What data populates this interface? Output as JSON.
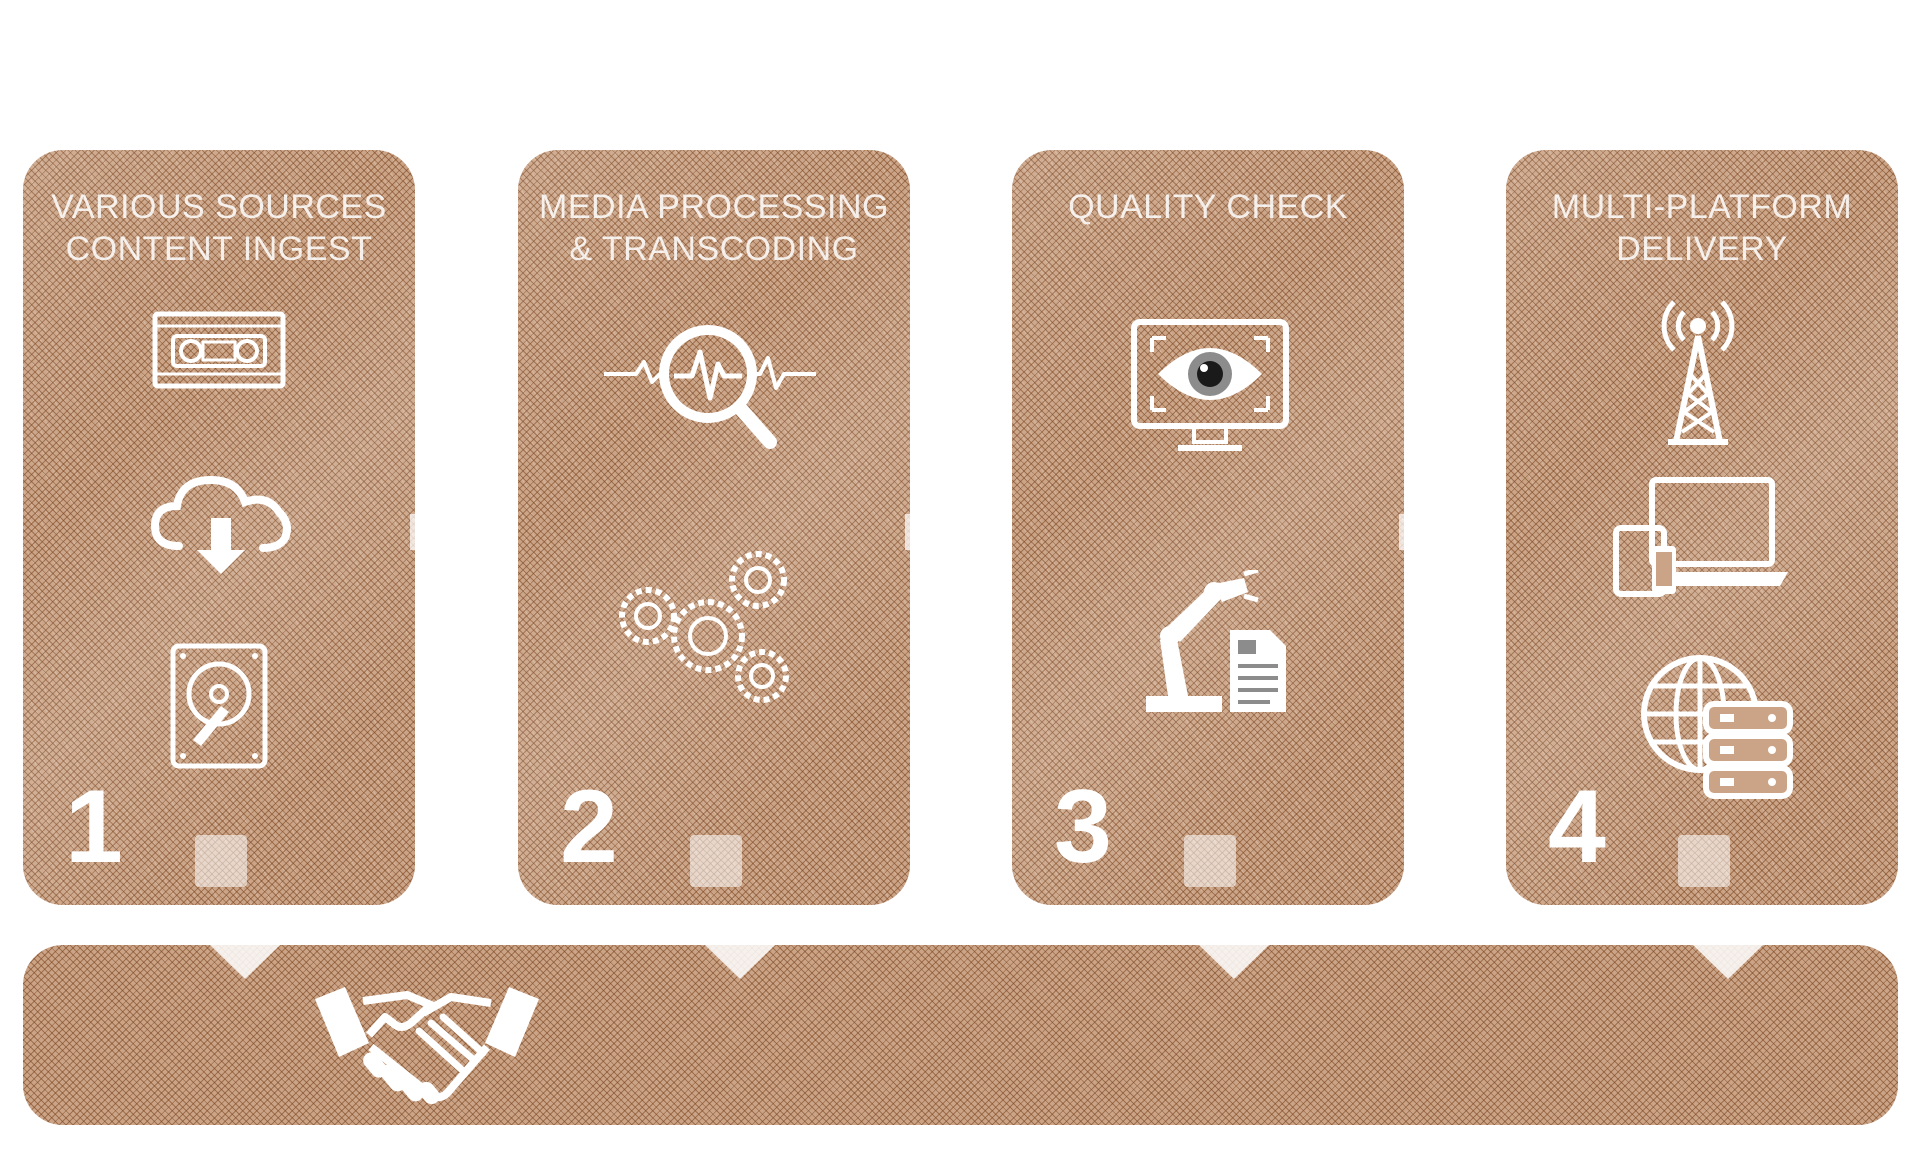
{
  "diagram": {
    "accent_color": "#cba487",
    "hatch_color": "#78421c",
    "steps": [
      {
        "number": "1",
        "title_lines": [
          "VARIOUS SOURCES",
          "CONTENT INGEST"
        ],
        "icons": [
          "videotape-icon",
          "cloud-download-icon",
          "hard-drive-icon"
        ]
      },
      {
        "number": "2",
        "title_lines": [
          "MEDIA PROCESSING",
          "& TRANSCODING"
        ],
        "icons": [
          "waveform-search-icon",
          "gears-icon"
        ]
      },
      {
        "number": "3",
        "title_lines": [
          "QUALITY CHECK"
        ],
        "icons": [
          "monitor-eye-icon",
          "robot-arm-document-icon"
        ]
      },
      {
        "number": "4",
        "title_lines": [
          "MULTI-PLATFORM",
          "DELIVERY"
        ],
        "icons": [
          "broadcast-tower-icon",
          "devices-icon",
          "globe-server-icon"
        ]
      }
    ],
    "footer": {
      "icons": [
        "handshake-icon"
      ]
    }
  }
}
